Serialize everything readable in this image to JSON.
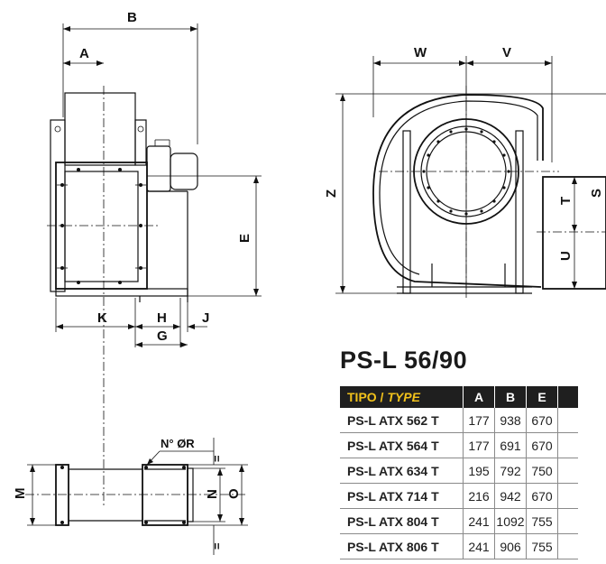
{
  "labels": {
    "B": "B",
    "A": "A",
    "E": "E",
    "K": "K",
    "H": "H",
    "J": "J",
    "G": "G",
    "W": "W",
    "V": "V",
    "Z": "Z",
    "T": "T",
    "S": "S",
    "U": "U",
    "NR": "N° ØR",
    "M": "M",
    "N": "N",
    "O": "O",
    "I_top": "=",
    "I_bot": "="
  },
  "model_title": "PS-L 56/90",
  "table": {
    "header_tipo": "TIPO /",
    "header_type": "TYPE",
    "columns": [
      "A",
      "B",
      "E",
      ""
    ],
    "rows": [
      {
        "name": "PS-L ATX 562 T",
        "A": "177",
        "B": "938",
        "E": "670"
      },
      {
        "name": "PS-L ATX 564 T",
        "A": "177",
        "B": "691",
        "E": "670"
      },
      {
        "name": "PS-L ATX 634 T",
        "A": "195",
        "B": "792",
        "E": "750"
      },
      {
        "name": "PS-L ATX 714 T",
        "A": "216",
        "B": "942",
        "E": "670"
      },
      {
        "name": "PS-L ATX 804 T",
        "A": "241",
        "B": "1092",
        "E": "755"
      },
      {
        "name": "PS-L ATX 806 T",
        "A": "241",
        "B": "906",
        "E": "755"
      }
    ]
  }
}
